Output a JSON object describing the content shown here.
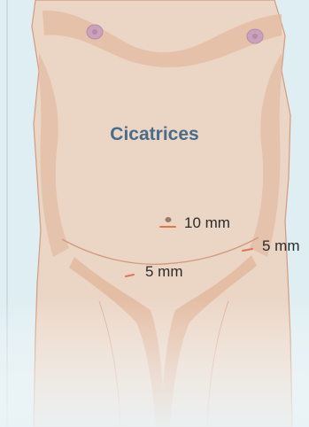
{
  "diagram": {
    "title": "Cicatrices",
    "scars": [
      {
        "label": "10 mm"
      },
      {
        "label": "5 mm"
      },
      {
        "label": "5 mm"
      }
    ],
    "colors": {
      "background": "#dfeef2",
      "skin": "#ebd6c6",
      "skin_shadow": "#e3b99f",
      "outline": "#d39a7e",
      "scar": "#e07452",
      "nipple": "#c9a3bc",
      "title": "#4a6c8a"
    }
  }
}
